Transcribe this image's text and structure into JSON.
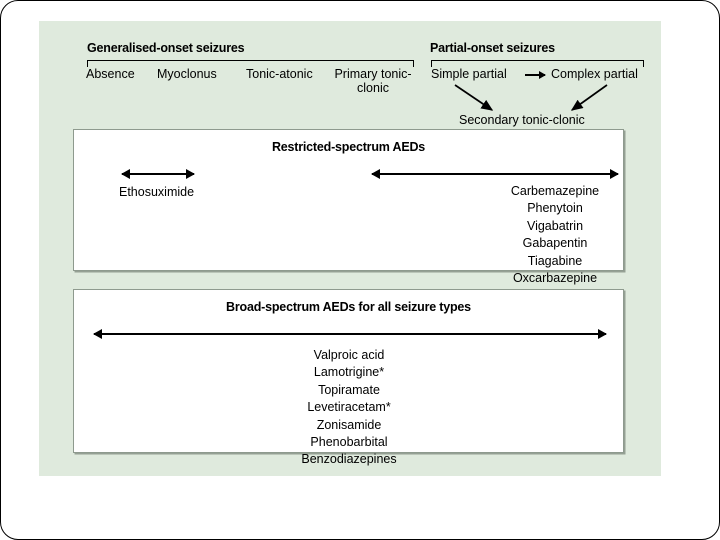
{
  "figure": {
    "background_color": "#dfeadd",
    "box_fill": "#ffffff",
    "line_color": "#000000"
  },
  "header": {
    "generalised": {
      "title": "Generalised-onset seizures",
      "types": [
        "Absence",
        "Myoclonus",
        "Tonic-atonic",
        "Primary tonic-clonic"
      ]
    },
    "partial": {
      "title": "Partial-onset seizures",
      "types": [
        "Simple partial",
        "Complex partial"
      ],
      "progression_arrow": "right-arrow-icon",
      "secondary": "Secondary tonic-clonic"
    }
  },
  "restricted_box": {
    "title": "Restricted-spectrum AEDs",
    "left_group": {
      "arrow": "double-headed-arrow-icon",
      "drugs": [
        "Ethosuximide"
      ]
    },
    "right_group": {
      "arrow": "double-headed-arrow-icon",
      "drugs": [
        "Carbemazepine",
        "Phenytoin",
        "Vigabatrin",
        "Gabapentin",
        "Tiagabine",
        "Oxcarbazepine"
      ]
    }
  },
  "broad_box": {
    "title": "Broad-spectrum AEDs for all seizure types",
    "arrow": "double-headed-arrow-icon",
    "drugs": [
      "Valproic acid",
      "Lamotrigine*",
      "Topiramate",
      "Levetiracetam*",
      "Zonisamide",
      "Phenobarbital",
      "Benzodiazepines"
    ]
  }
}
